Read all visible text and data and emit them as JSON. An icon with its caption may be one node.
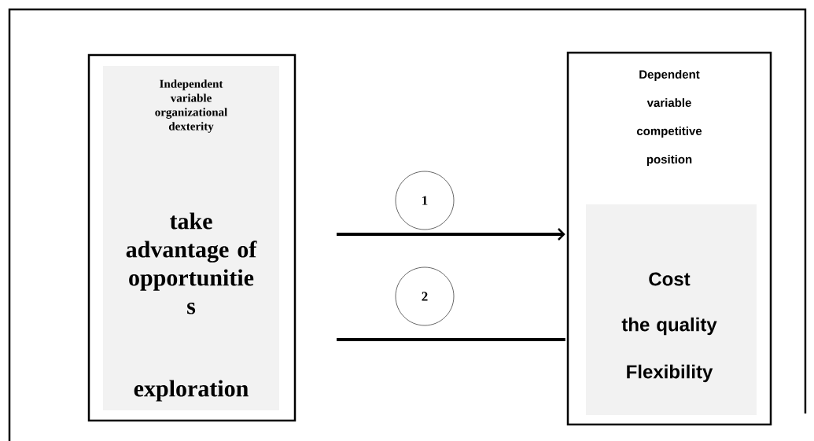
{
  "diagram": {
    "nodes": [
      {
        "text": [
          "Independent variable organizational dexterity",
          "take advantage of opportunitie s",
          "exploration"
        ]
      },
      {
        "text": [
          "Dependent variable competitive position",
          "Cost",
          "the quality",
          "Flexibility"
        ]
      },
      {
        "text": [
          "1"
        ]
      },
      {
        "text": [
          "2"
        ]
      }
    ],
    "edges": [
      {
        "from": null,
        "to": 1,
        "arrow": "to"
      },
      {
        "from": null,
        "to": 1,
        "arrow": "none"
      }
    ]
  }
}
